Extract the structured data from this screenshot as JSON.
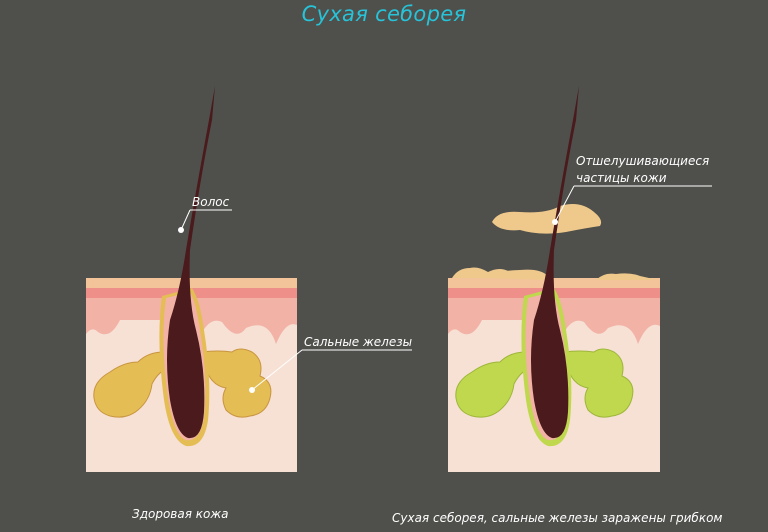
{
  "title": "Сухая себорея",
  "labels": {
    "hair": "Волос",
    "sebaceous_glands": "Сальные железы",
    "flakes_line1": "Отшелушивающиеся",
    "flakes_line2": "частицы кожи"
  },
  "captions": {
    "healthy": "Здоровая кожа",
    "seborrhea": "Сухая себорея, сальные железы заражены грибком"
  },
  "colors": {
    "background": "#4f4f4b",
    "title": "#27c3d8",
    "dermis": "#f7e0d4",
    "epidermis": "#f2b2a6",
    "hair": "#4a1a1c",
    "gland_healthy": "#e4bd55",
    "gland_infected": "#bfd84d",
    "flake": "#efc98c"
  }
}
